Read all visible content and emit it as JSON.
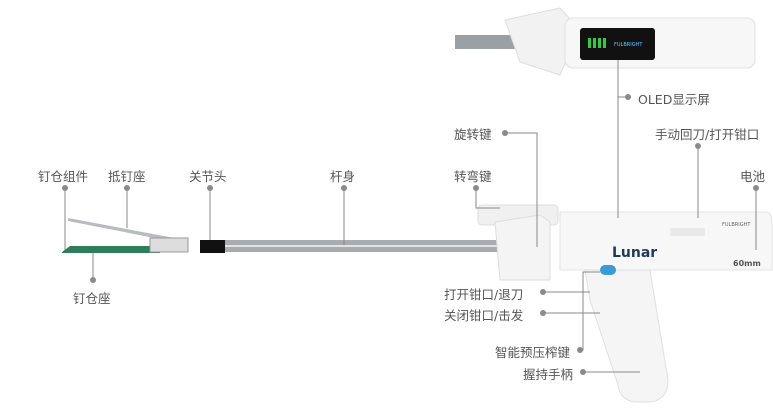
{
  "labels": {
    "staple_cartridge_assembly": "钉仓组件",
    "anvil": "抵钉座",
    "articulation_joint": "关节头",
    "shaft": "杆身",
    "cartridge_seat": "钉仓座",
    "articulation_key": "转弯键",
    "rotation_key": "旋转键",
    "oled_display": "OLED显示屏",
    "manual_retract": "手动回刀/打开钳口",
    "battery": "电池",
    "open_jaw_retract": "打开钳口/退刀",
    "close_jaw_fire": "关闭钳口/击发",
    "smart_precompression_key": "智能预压榨键",
    "grip_handle": "握持手柄"
  },
  "device": {
    "model": "Lunar",
    "size": "60mm",
    "brand": "FULBRIGHT"
  },
  "colors": {
    "label": "#555555",
    "leader": "#8a8a8a",
    "cartridge": "#2e7d5b",
    "button": "#3a9ad9",
    "oled": "#1c8a3a"
  }
}
